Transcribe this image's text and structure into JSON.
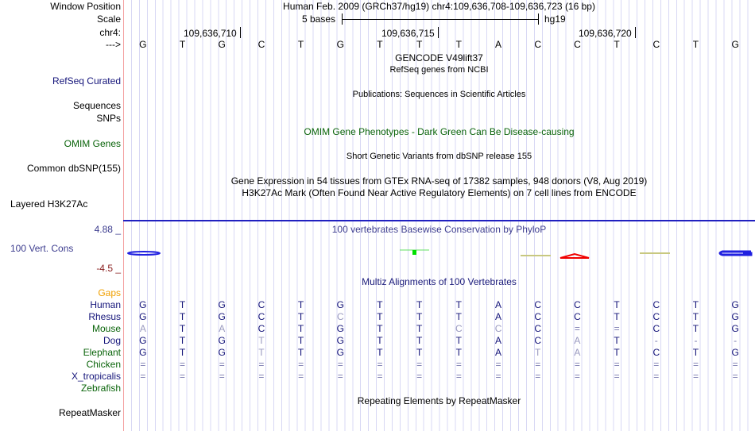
{
  "header": {
    "title": "Human Feb. 2009 (GRCh37/hg19)   chr4:109,636,708-109,636,723 (16 bp)",
    "scale_label": "5 bases",
    "scale_db": "hg19",
    "positions": [
      "109,636,710",
      "109,636,715",
      "109,636,720"
    ],
    "sequence": "GTGCTGTTTACCTCTG"
  },
  "labels": {
    "window_position": "Window Position",
    "scale": "Scale",
    "chr": "chr4:",
    "strand": "--->",
    "refseq": "RefSeq Curated",
    "sequences": "Sequences",
    "snps": "SNPs",
    "omim": "OMIM Genes",
    "dbsnp": "Common dbSNP(155)",
    "h3k27": "Layered H3K27Ac",
    "cons": "100 Vert. Cons",
    "cons_max": "4.88 _",
    "cons_min": "-4.5 _",
    "gaps": "Gaps",
    "repeatmasker": "RepeatMasker"
  },
  "tracks": {
    "gencode": "GENCODE V49lift37",
    "refseq_genes": "RefSeq genes from NCBI",
    "publications": "Publications: Sequences in Scientific Articles",
    "omim": "OMIM Gene Phenotypes - Dark Green Can Be Disease-causing",
    "dbsnp": "Short Genetic Variants from dbSNP release 155",
    "gtex": "Gene Expression in 54 tissues from GTEx RNA-seq of 17382 samples, 948 donors (V8, Aug 2019)",
    "h3k27": "H3K27Ac Mark (Often Found Near Active Regulatory Elements) on 7 cell lines from ENCODE",
    "phylop": "100 vertebrates Basewise Conservation by PhyloP",
    "multiz": "Multiz Alignments of 100 Vertebrates",
    "repeats": "Repeating Elements by RepeatMasker"
  },
  "alignment": [
    {
      "species": "Human",
      "color": "navy",
      "bases": "GTGCTGTTTACCTCTG",
      "dim": "0000000000000000"
    },
    {
      "species": "Rhesus",
      "color": "navy",
      "bases": "GTGCTCTTTACCTCTG",
      "dim": "0000010000000000"
    },
    {
      "species": "Mouse",
      "color": "green",
      "bases": "ATACTGTTCCC==CTG",
      "dim": "1010000011000000"
    },
    {
      "species": "Dog",
      "color": "navy",
      "bases": "GTGTTGTTTACAT---",
      "dim": "0001000000010000"
    },
    {
      "species": "Elephant",
      "color": "green",
      "bases": "GTGTTGTTTATATCTG",
      "dim": "0001000000110000"
    },
    {
      "species": "Chicken",
      "color": "green",
      "bases": "================",
      "dim": "0000000000000000"
    },
    {
      "species": "X_tropicalis",
      "color": "navy",
      "bases": "================",
      "dim": "0000000000000000"
    },
    {
      "species": "Zebrafish",
      "color": "green",
      "bases": "",
      "dim": ""
    }
  ]
}
